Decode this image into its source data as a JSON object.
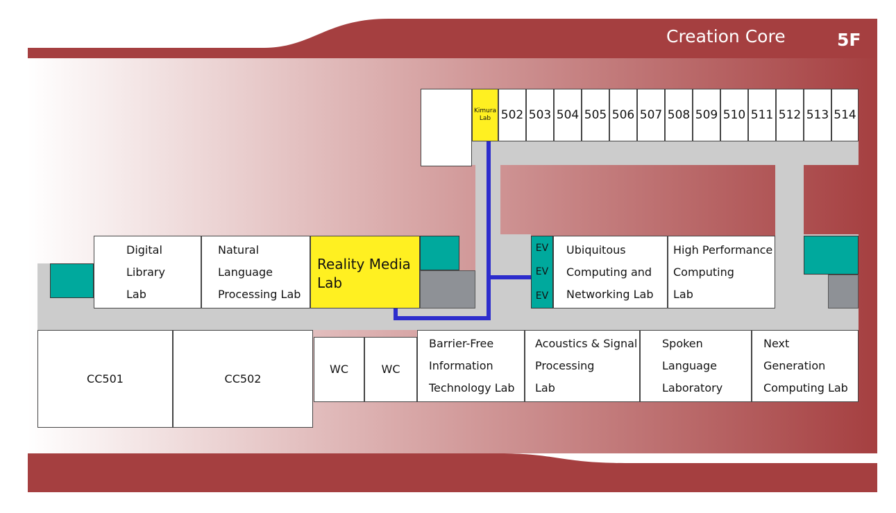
{
  "building": {
    "name": "Creation Core",
    "floor": "5F"
  },
  "colors": {
    "band": "#a53f40",
    "corridor": "#cccccc",
    "stairs": "#00a99d",
    "service": "#8e9196",
    "highlight": "#fff021",
    "route": "#2c2ccc"
  },
  "rooms": {
    "kimura_lab": "Kimura\nLab",
    "r502": "502",
    "r503": "503",
    "r504": "504",
    "r505": "505",
    "r506": "506",
    "r507": "507",
    "r508": "508",
    "r509": "509",
    "r510": "510",
    "r511": "511",
    "r512": "512",
    "r513": "513",
    "r514": "514",
    "digital_library_lab": "Digital\nLibrary\nLab",
    "nlp_lab": "Natural\nLanguage\nProcessing Lab",
    "reality_media_lab": "Reality Media\nLab",
    "ubiquitous_lab": "Ubiquitous\nComputing and\nNetworking Lab",
    "hpc_lab": "High Performance\nComputing\nLab",
    "cc501": "CC501",
    "cc502": "CC502",
    "wc_1": "WC",
    "wc_2": "WC",
    "barrier_free_lab": "Barrier-Free\nInformation\nTechnology Lab",
    "acoustics_lab": "Acoustics & Signal\nProcessing\nLab",
    "spoken_language_lab": "Spoken\nLanguage\nLaboratory",
    "next_gen_lab": "Next\nGeneration\nComputing Lab"
  },
  "elevator": {
    "labels": [
      "EV",
      "EV",
      "EV"
    ]
  }
}
